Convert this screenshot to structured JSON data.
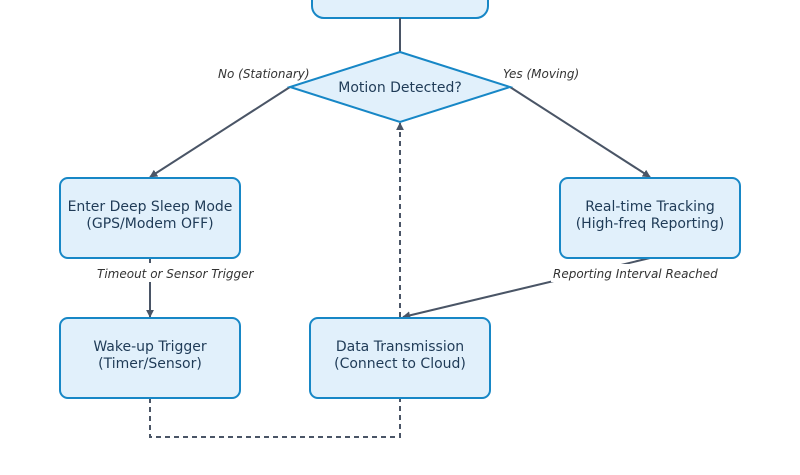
{
  "nodes": {
    "decision": "Motion Detected?",
    "deep_sleep": [
      "Enter Deep Sleep Mode",
      "(GPS/Modem OFF)"
    ],
    "realtime": [
      "Real-time Tracking",
      "(High-freq Reporting)"
    ],
    "wakeup": [
      "Wake-up Trigger",
      "(Timer/Sensor)"
    ],
    "transmission": [
      "Data Transmission",
      "(Connect to Cloud)"
    ]
  },
  "edges": {
    "no_label": "No (Stationary)",
    "yes_label": "Yes (Moving)",
    "timeout_label": "Timeout or Sensor Trigger",
    "interval_label": "Reporting Interval Reached"
  },
  "colors": {
    "node_fill": "#e1f0fb",
    "node_stroke": "#1787c6",
    "edge": "#4a5566"
  }
}
